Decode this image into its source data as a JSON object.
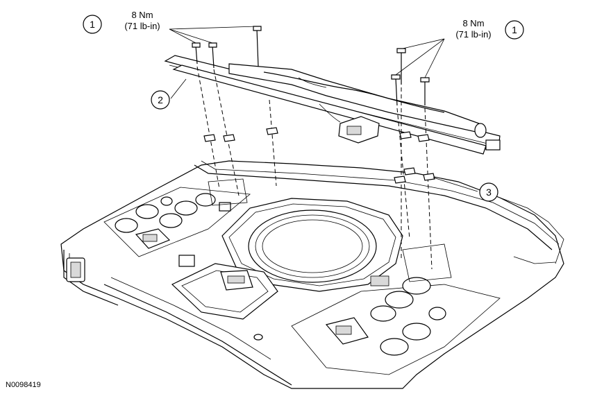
{
  "callouts": {
    "left_torque": {
      "number": "1",
      "value_nm": "8 Nm",
      "value_lbin": "(71 lb-in)"
    },
    "right_torque": {
      "number": "1",
      "value_nm": "8 Nm",
      "value_lbin": "(71 lb-in)"
    },
    "rail": {
      "number": "2"
    },
    "nut": {
      "number": "3"
    }
  },
  "figure_id": "N0098419"
}
